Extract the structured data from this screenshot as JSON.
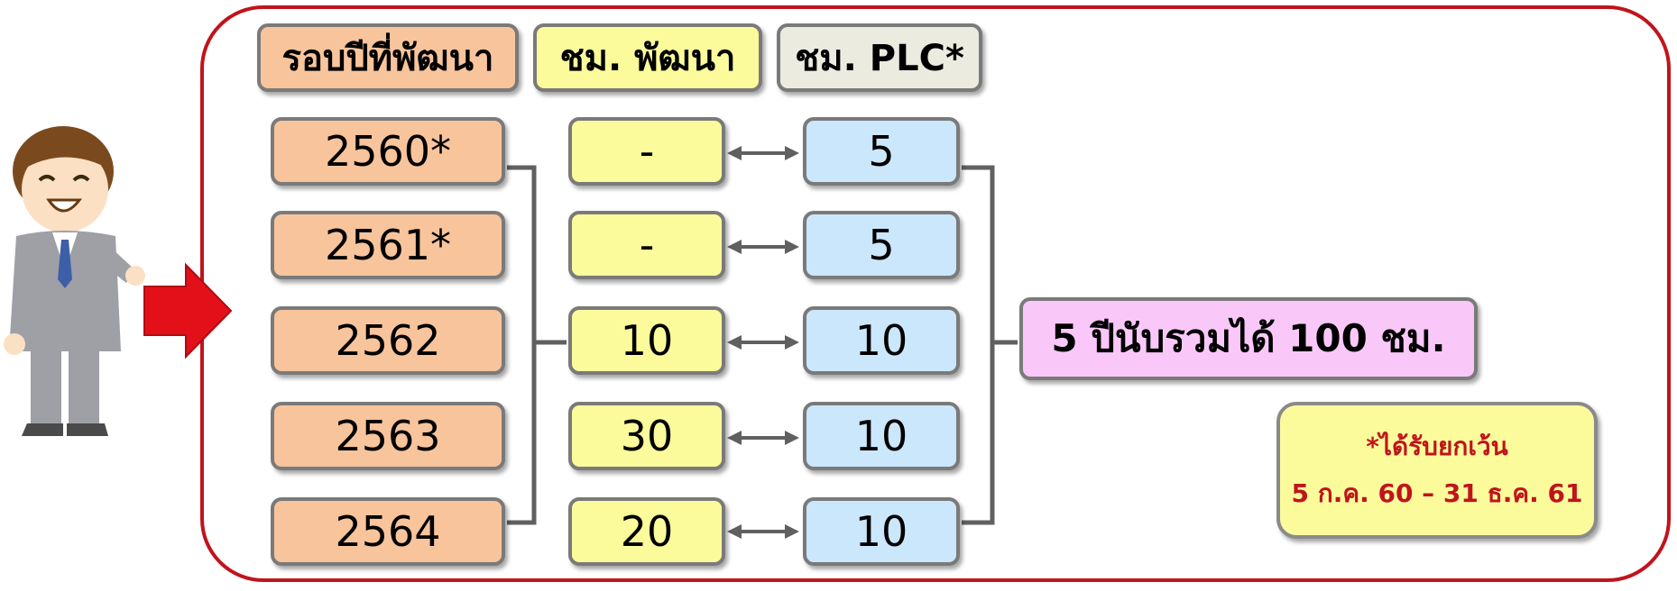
{
  "headers": {
    "year_round": "รอบปีที่พัฒนา",
    "dev_hours": "ชม. พัฒนา",
    "plc_hours": "ชม. PLC*"
  },
  "rows": [
    {
      "year": "2560*",
      "dev": "-",
      "plc": "5"
    },
    {
      "year": "2561*",
      "dev": "-",
      "plc": "5"
    },
    {
      "year": "2562",
      "dev": "10",
      "plc": "10"
    },
    {
      "year": "2563",
      "dev": "30",
      "plc": "10"
    },
    {
      "year": "2564",
      "dev": "20",
      "plc": "10"
    }
  ],
  "summary": "5 ปีนับรวมได้ 100 ชม.",
  "note": {
    "line1": "*ได้รับยกเว้น",
    "line2": "5 ก.ค. 60 – 31 ธ.ค. 61"
  },
  "colors": {
    "frame": "#c0141c",
    "year_box": "#f8c49c",
    "dev_box": "#fbfb9c",
    "plc_box": "#cbe7fb",
    "summary_box": "#f9c8f8",
    "arrow": "#e3101a"
  },
  "icons": [
    "businessman-icon",
    "right-arrow-icon",
    "double-arrow-icon"
  ]
}
